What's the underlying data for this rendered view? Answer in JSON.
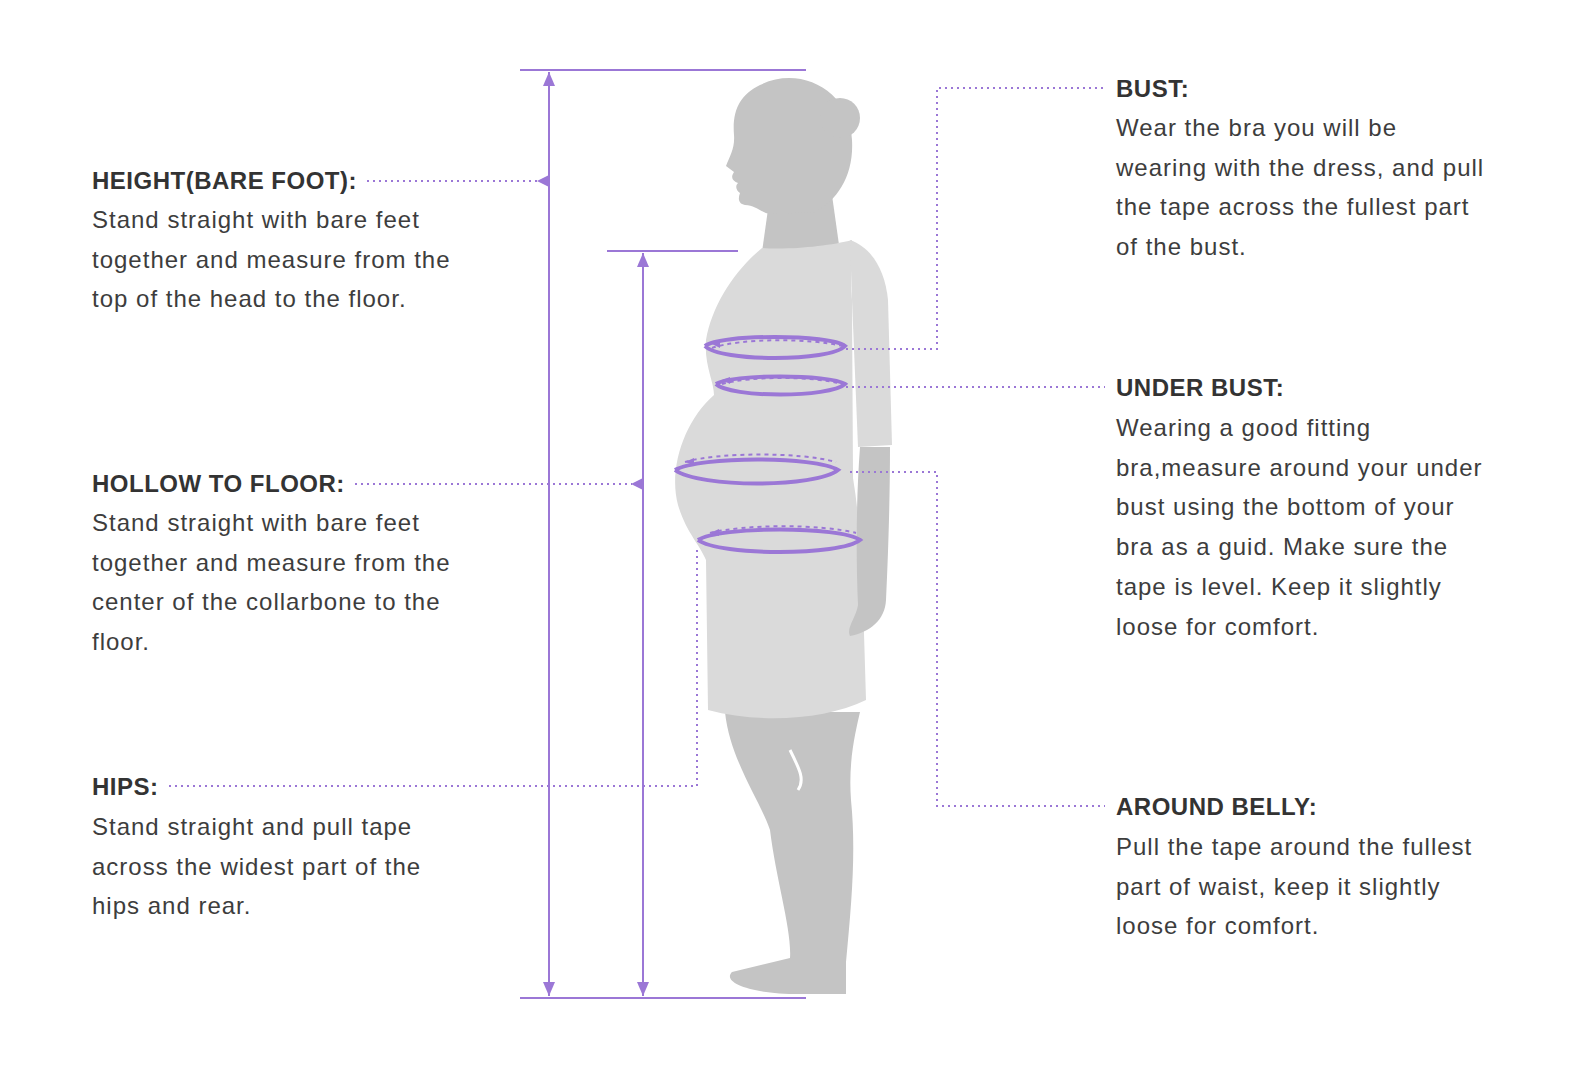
{
  "diagram": {
    "labels": [
      "HEIGHT(BARE FOOT):",
      "Stand straight with bare feet together and measure from the top of the head to the floor.",
      "HOLLOW TO FLOOR:",
      "Stand straight with bare feet together and measure from the center of the collarbone to the floor.",
      "HIPS:",
      "Stand straight and pull tape across the widest part of the hips and rear.",
      "BUST:",
      "Wear the bra you will be wearing with the dress, and pull the tape across the fullest part of the bust.",
      "UNDER BUST:",
      "Wearing a good fitting bra,measure around your under bust using the bottom of your bra as a guid. Make sure the tape is level. Keep it slightly loose for comfort.",
      "AROUND BELLY:",
      "Pull the tape around the fullest part of waist, keep it slightly loose for comfort."
    ]
  }
}
